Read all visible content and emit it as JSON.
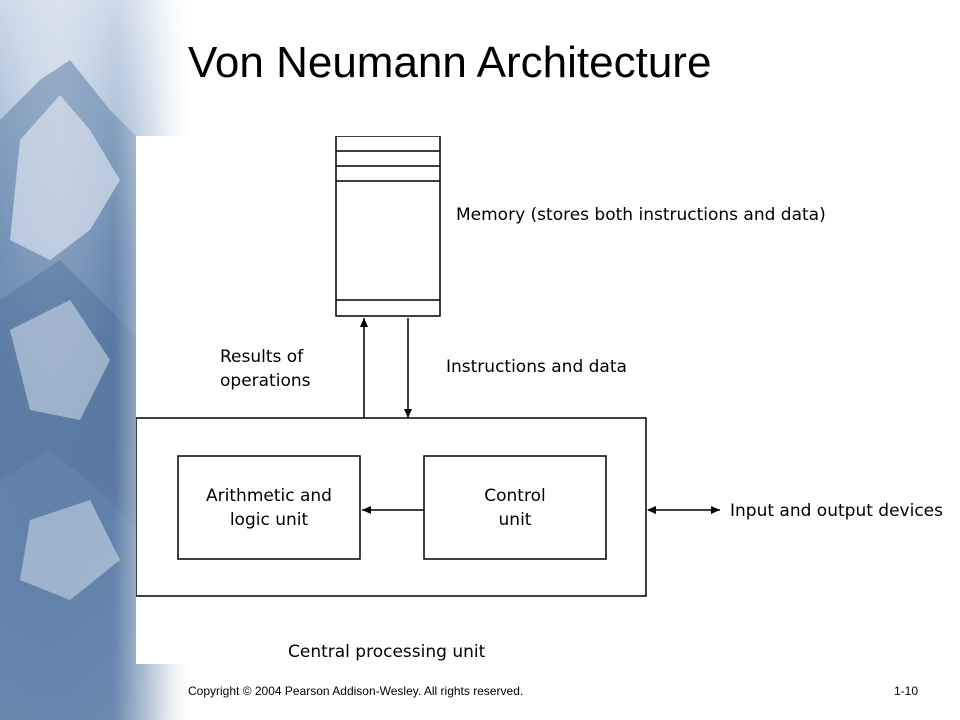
{
  "slide": {
    "title": "Von Neumann Architecture",
    "footer_copyright": "Copyright © 2004 Pearson Addison-Wesley. All rights reserved.",
    "page_number": "1-10"
  },
  "diagram": {
    "memory_label": "Memory (stores both instructions and data)",
    "results_label_line1": "Results of",
    "results_label_line2": "operations",
    "instructions_label": "Instructions and data",
    "alu_label_line1": "Arithmetic and",
    "alu_label_line2": "logic unit",
    "control_label_line1": "Control",
    "control_label_line2": "unit",
    "io_label": "Input and output devices",
    "cpu_label": "Central processing unit"
  },
  "colors": {
    "background": "#ffffff",
    "sidebar_blue": "#7f9cc0",
    "line": "#000000"
  }
}
